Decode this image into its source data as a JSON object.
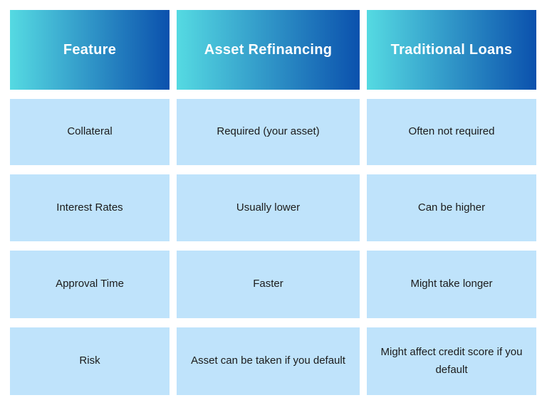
{
  "chart_data": {
    "type": "table",
    "columns": [
      "Feature",
      "Asset Refinancing",
      "Traditional Loans"
    ],
    "rows": [
      [
        "Collateral",
        "Required (your asset)",
        "Often not required"
      ],
      [
        "Interest Rates",
        "Usually lower",
        "Can be higher"
      ],
      [
        "Approval Time",
        "Faster",
        "Might take longer"
      ],
      [
        "Risk",
        "Asset can be taken if you default",
        "Might affect credit score if you default"
      ]
    ]
  },
  "colors": {
    "header_gradient_start": "#55DAE2",
    "header_gradient_end": "#0B51AD",
    "header_text": "#FFFFFF",
    "cell_bg": "#BFE3FB",
    "cell_text": "#1B1B1B",
    "page_bg": "#FFFFFF"
  }
}
